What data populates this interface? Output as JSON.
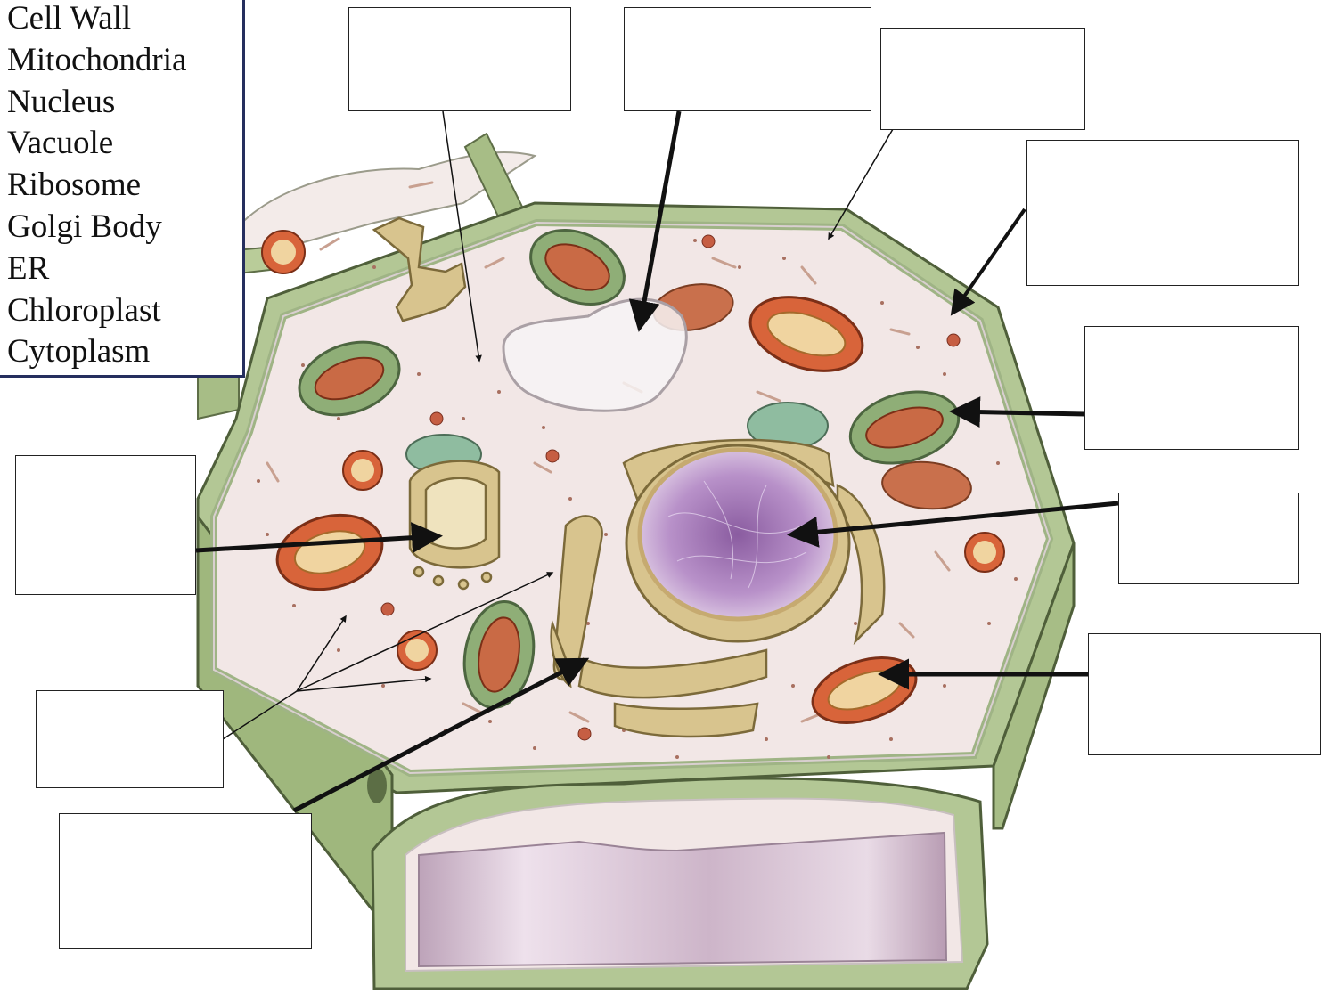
{
  "word_bank": {
    "items": [
      "Cell Wall",
      "Mitochondria",
      "Nucleus",
      "Vacuole",
      "Ribosome",
      "Golgi Body",
      "ER",
      "Chloroplast",
      "Cytoplasm"
    ]
  },
  "label_boxes": [
    {
      "id": "cytoplasm-label-box",
      "answer": ""
    },
    {
      "id": "vacuole-label-box",
      "answer": ""
    },
    {
      "id": "cell-membrane-label-box",
      "answer": ""
    },
    {
      "id": "cell-wall-label-box",
      "answer": ""
    },
    {
      "id": "chloroplast-label-box",
      "answer": ""
    },
    {
      "id": "nucleus-label-box",
      "answer": ""
    },
    {
      "id": "mitochondria-label-box",
      "answer": ""
    },
    {
      "id": "golgi-label-box",
      "answer": ""
    },
    {
      "id": "ribosome-label-box",
      "answer": ""
    },
    {
      "id": "er-label-box",
      "answer": ""
    }
  ],
  "colors": {
    "wall_green": "#a7bd86",
    "cytoplasm_pink": "#f2e7e6",
    "mitochondria_orange": "#d8643a",
    "chloroplast_green": "#8fae77",
    "nucleus_purple": "#b28bc4",
    "golgi_tan": "#d8c48e",
    "word_bank_border": "#252e5e"
  }
}
